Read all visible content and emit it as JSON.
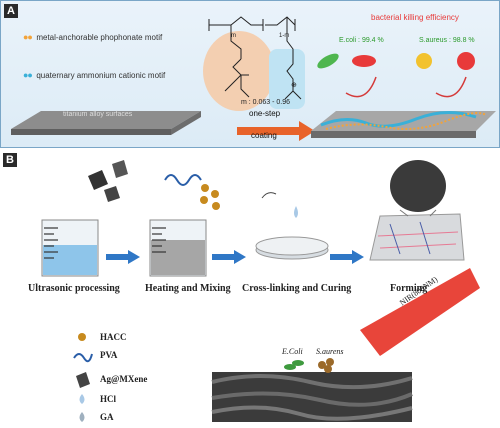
{
  "panel_a": {
    "letter": "A",
    "legend": [
      {
        "text": "metal-anchorable phophonate motif",
        "color": "#f2a33a"
      },
      {
        "text": "quaternary ammonium cationic motif",
        "color": "#3ab0d8"
      }
    ],
    "substrate_label": "titanium alloy surfaces",
    "m_label": "m : 0.063 - 0.96",
    "arrow_label_1": "one-step",
    "arrow_label_2": "coating",
    "efficiency_title": "bacterial killing efficiency",
    "ecoli_label": "E.coli : 99.4 %",
    "saureus_label": "S.aureus : 98.8 %",
    "subscript_m": "m",
    "subscript_1m": "1-m",
    "charge": "⊕"
  },
  "panel_b": {
    "letter": "B",
    "steps": [
      "Ultrasonic processing",
      "Heating and Mixing",
      "Cross-linking and Curing",
      "Forming"
    ],
    "key": [
      "HACC",
      "PVA",
      "Ag@MXene",
      "HCl",
      "GA"
    ],
    "nir_label": "NIR(808NM)",
    "bacteria_1": "E.Coli",
    "bacteria_2": "S.aurens"
  }
}
